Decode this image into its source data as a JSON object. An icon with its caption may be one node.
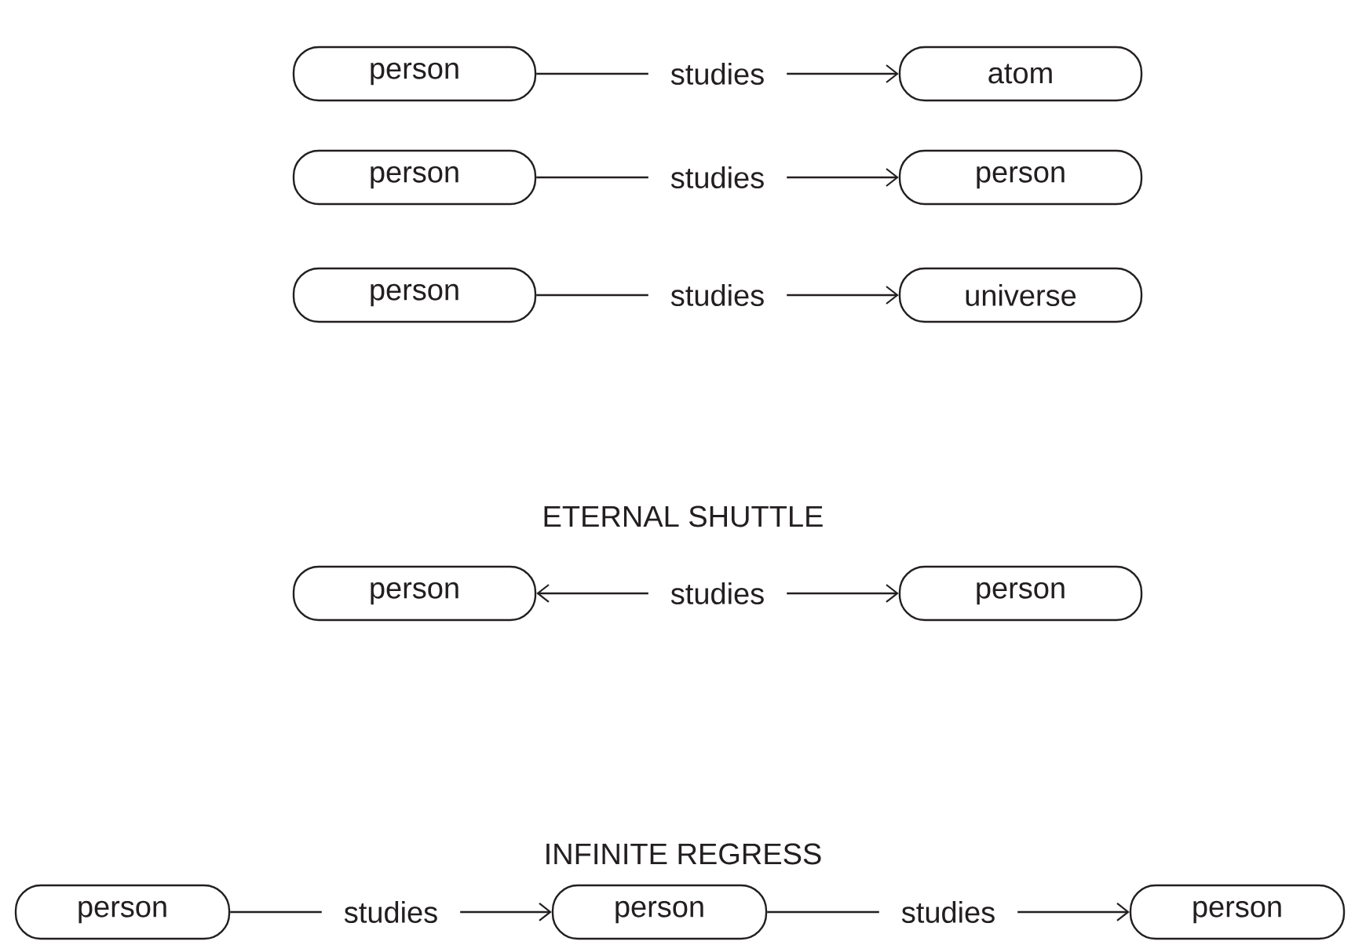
{
  "diagram": {
    "nodes": [
      {
        "text": [
          "person"
        ]
      },
      {
        "text": [
          "atom"
        ]
      },
      {
        "text": [
          "person"
        ]
      },
      {
        "text": [
          "person"
        ]
      },
      {
        "text": [
          "person"
        ]
      },
      {
        "text": [
          "universe"
        ]
      },
      {
        "text": [
          "person"
        ]
      },
      {
        "text": [
          "person"
        ]
      },
      {
        "text": [
          "person"
        ]
      },
      {
        "text": [
          "person"
        ]
      },
      {
        "text": [
          "person"
        ]
      }
    ],
    "edges": [
      {
        "from": 0,
        "to": 1,
        "arrow": "to",
        "label": "studies"
      },
      {
        "from": 2,
        "to": 3,
        "arrow": "to",
        "label": "studies"
      },
      {
        "from": 4,
        "to": 5,
        "arrow": "to",
        "label": "studies"
      },
      {
        "from": 6,
        "to": 7,
        "arrow": "both",
        "label": "studies"
      },
      {
        "from": 8,
        "to": 9,
        "arrow": "to",
        "label": "studies"
      },
      {
        "from": 9,
        "to": 10,
        "arrow": "to",
        "label": "studies"
      }
    ],
    "labels": [
      "ETERNAL SHUTTLE",
      "INFINITE REGRESS"
    ]
  }
}
